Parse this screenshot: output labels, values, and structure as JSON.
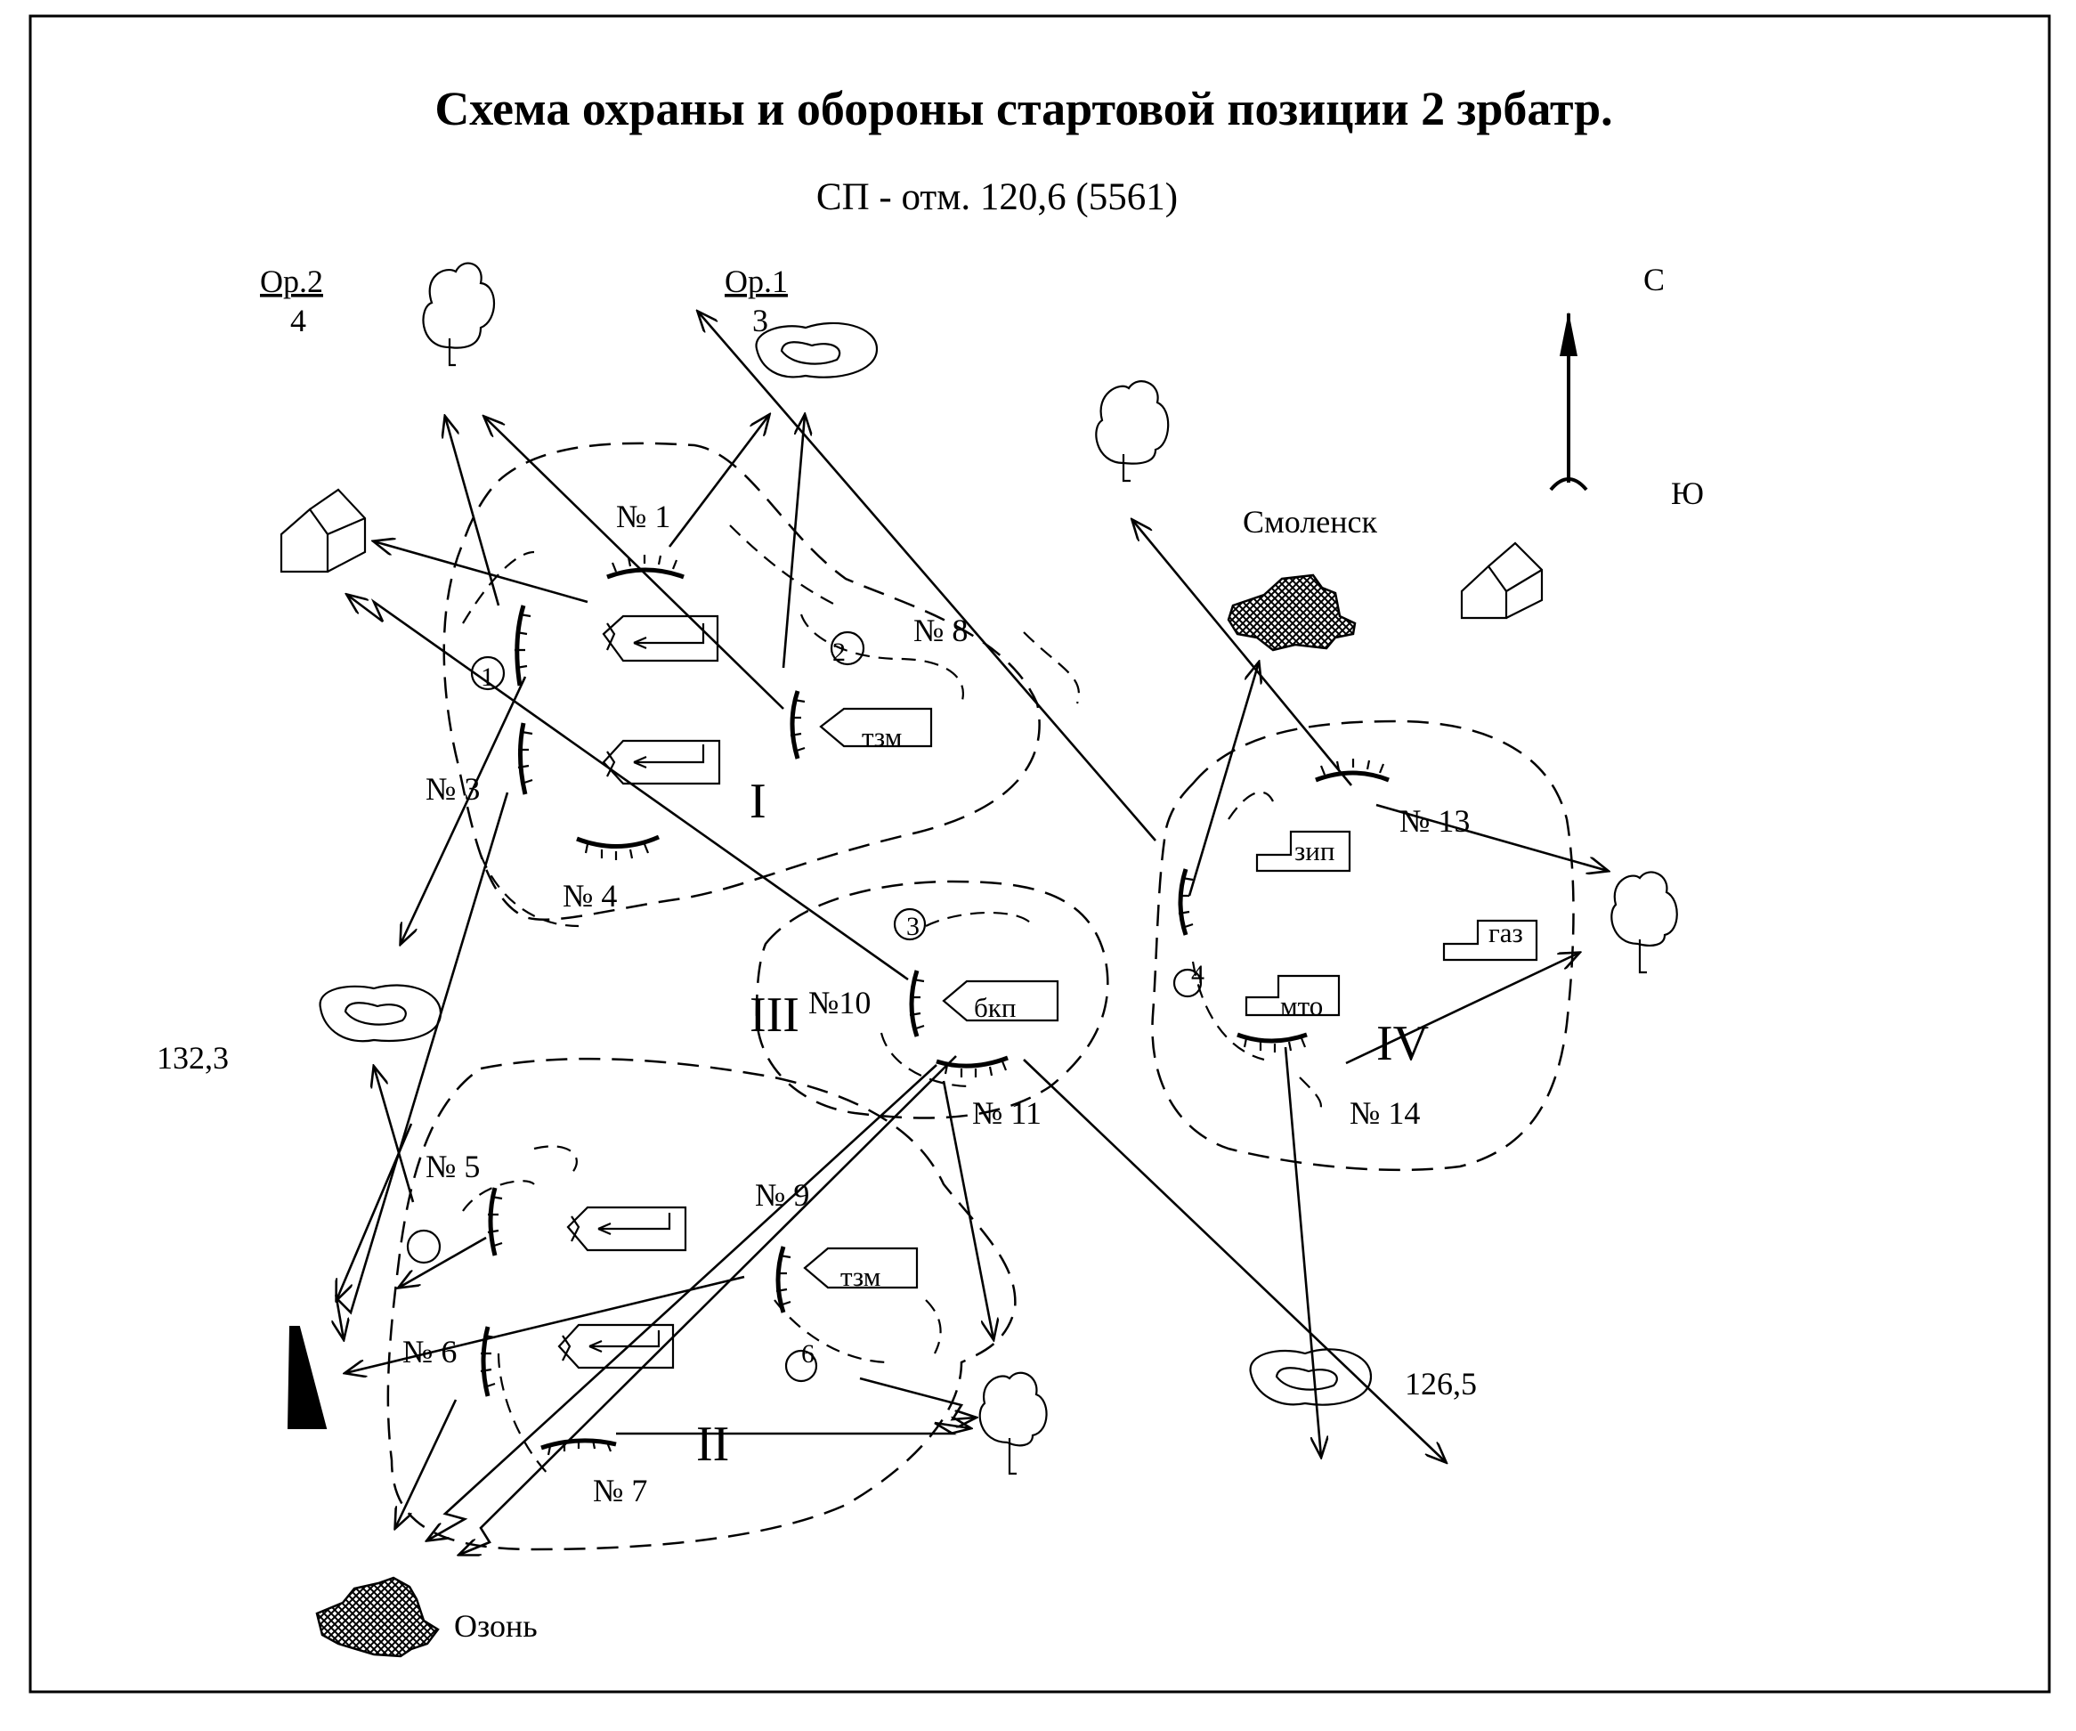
{
  "diagram": {
    "title": "Схема охраны и обороны стартовой позиции 2 зрбатр.",
    "subtitle": "СП - отм. 120,6 (5561)",
    "compass": {
      "north": "С",
      "south": "Ю"
    },
    "reference_points": [
      {
        "name": "Ор.2",
        "number": "4"
      },
      {
        "name": "Ор.1",
        "number": "3"
      }
    ],
    "settlements": [
      "Смоленск",
      "Озонь"
    ],
    "elevations": [
      "132,3",
      "126,5"
    ],
    "zones": [
      "I",
      "II",
      "III",
      "IV"
    ],
    "posts": [
      "№ 1",
      "№ 3",
      "№ 4",
      "№ 5",
      "№ 6",
      "№ 7",
      "№ 8",
      "№ 9",
      "№10",
      "№ 11",
      "№ 13",
      "№ 14"
    ],
    "facilities": [
      "тзм",
      "тзм",
      "бкп",
      "зип",
      "газ",
      "мто"
    ],
    "marker_numbers": [
      "1",
      "2",
      "3",
      "4",
      "6"
    ]
  }
}
